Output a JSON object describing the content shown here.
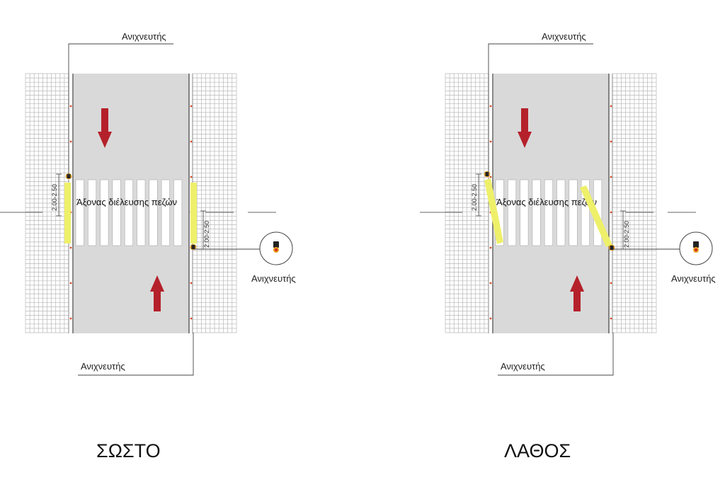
{
  "colors": {
    "road": "#d9d9d9",
    "stripe": "#ffffff",
    "arrow": "#b5212b",
    "tactile": "#eef06a",
    "grid": "#b8b8b8",
    "detector_orange": "#e8a020",
    "line": "#444444"
  },
  "icons": {
    "traffic_light": "traffic-light-icon",
    "arrow_down": "arrow-down-icon",
    "arrow_up": "arrow-up-icon"
  },
  "panels": [
    {
      "id": "correct",
      "title": "ΣΩΣΤΟ",
      "axis_label": "Άξονας διέλευσης πεζών",
      "label_top": "Ανιχνευτής",
      "label_bottom": "Ανιχνευτής",
      "label_right": "Ανιχνευτής",
      "dim_left": "2.00-2.50",
      "dim_right": "2.00-2.50",
      "tactile_orientation": "straight"
    },
    {
      "id": "wrong",
      "title": "ΛΑΘΟΣ",
      "axis_label": "Άξονας διέλευσης πεζών",
      "label_top": "Ανιχνευτής",
      "label_bottom": "Ανιχνευτής",
      "label_right": "Ανιχνευτής",
      "dim_left": "2.00-2.50",
      "dim_right": "2.00-2.50",
      "tactile_orientation": "diagonal"
    }
  ]
}
